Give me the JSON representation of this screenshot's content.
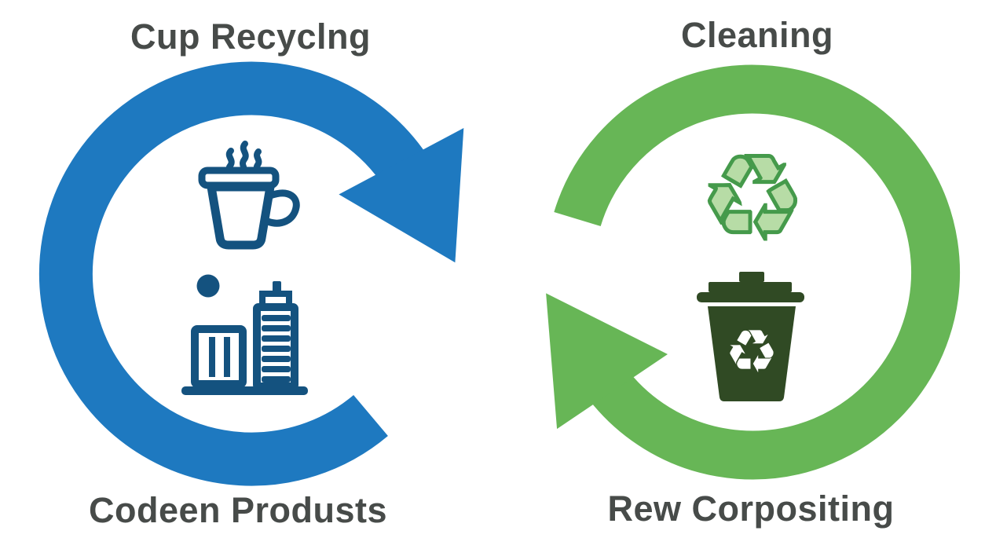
{
  "labels": {
    "top_left": "Cup Recyclng",
    "top_right": "Cleaning",
    "bottom_left": "Codeen Produsts",
    "bottom_right": "Rew Corpositing"
  },
  "icons": {
    "recycle_glyph": "♻",
    "left_cycle_icons": [
      "coffee-cup-icon",
      "dot-icon",
      "buildings-icon"
    ],
    "right_cycle_icons": [
      "recycle-symbol-icon",
      "trash-bin-icon"
    ]
  },
  "colors": {
    "blue_ring": "#1e79c0",
    "blue_icon": "#14527f",
    "green_ring": "#67b656",
    "recycle_outline": "#459a4b",
    "recycle_fill": "#b7dca6",
    "bin_dark_green": "#304a24",
    "label_text": "#474b49",
    "background": "#ffffff"
  }
}
